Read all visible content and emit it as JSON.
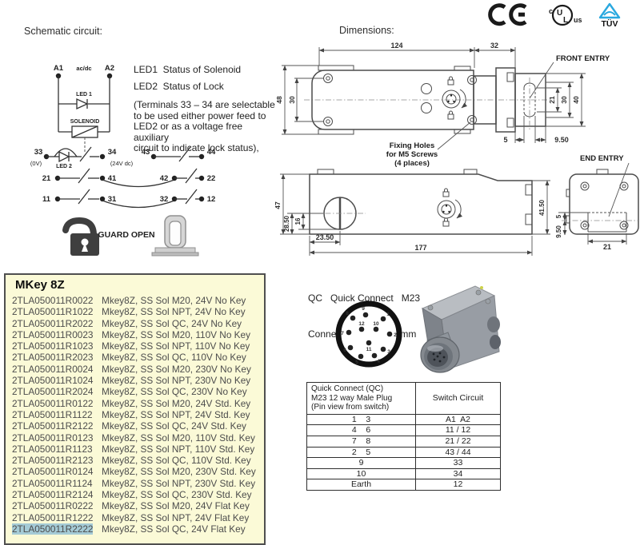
{
  "page": {
    "schematic_label": "Schematic circuit:",
    "dimensions_label": "Dimensions:"
  },
  "logos": {
    "ce_label": "CE",
    "ul_c": "c",
    "ul_u": "U",
    "ul_l": "L",
    "ul_us": "us",
    "tuv": "TÜV"
  },
  "schematic": {
    "a1": "A1",
    "acdc": "ac/dc",
    "a2": "A2",
    "led1": "LED 1",
    "solenoid": "SOLENOID",
    "n33": "33",
    "v0": "(0V)",
    "led2": "LED 2",
    "n34": "34",
    "v24": "(24V dc)",
    "n43": "43",
    "n44": "44",
    "n21": "21",
    "n41": "41",
    "n42": "42",
    "n22": "22",
    "n11": "11",
    "n31": "31",
    "n32": "32",
    "n12": "12",
    "guard_open": "GUARD OPEN",
    "legend": {
      "led1_line": "LED1  Status of Solenoid",
      "led2_line": "LED2  Status of Lock",
      "note_lines": [
        "(Terminals 33 – 34 are selectable",
        "to be used either power feed to",
        "LED2 or as a voltage free auxiliary",
        "circuit to indicate lock status),"
      ]
    }
  },
  "dimensions": {
    "top": {
      "w124": "124",
      "w32": "32",
      "h48": "48",
      "h30": "30",
      "front_entry": "FRONT ENTRY",
      "r21": "21",
      "r30": "30",
      "r40": "40",
      "b5": "5",
      "b95": "9.50",
      "fix1": "Fixing Holes",
      "fix2": "for M5 Screws",
      "fix3": "(4 places)"
    },
    "side": {
      "h47": "47",
      "h285": "28.50",
      "h16": "16",
      "w235": "23.50",
      "w177": "177",
      "h415": "41.50",
      "end_entry": "END ENTRY",
      "e5": "5",
      "e95": "9.50",
      "e21": "21"
    }
  },
  "qc": {
    "heading_line1": "QC   Quick Connect   M23",
    "heading_line2": "Connector Length  24mm",
    "pins": [
      "1",
      "2",
      "3",
      "4",
      "5",
      "6",
      "7",
      "8",
      "9",
      "10",
      "11",
      "12"
    ],
    "table": {
      "h1a": "Quick Connect (QC)",
      "h1b": "M23 12 way  Male Plug",
      "h1c": "(Pin view from switch)",
      "h2": "Switch Circuit",
      "rows": [
        [
          "1    3",
          "A1  A2"
        ],
        [
          "4    6",
          "11 / 12"
        ],
        [
          "7    8",
          "21 / 22"
        ],
        [
          "2    5",
          "43 / 44"
        ],
        [
          "9",
          "33"
        ],
        [
          "10",
          "34"
        ],
        [
          "Earth",
          "12"
        ]
      ]
    }
  },
  "parts": {
    "title": "MKey 8Z",
    "highlight_pn": "2TLA050011R2222",
    "rows": [
      {
        "pn": "2TLA050011R0022",
        "desc": "Mkey8Z, SS Sol M20, 24V No Key"
      },
      {
        "pn": "2TLA050011R1022",
        "desc": "Mkey8Z, SS Sol NPT, 24V No Key"
      },
      {
        "pn": "2TLA050011R2022",
        "desc": "Mkey8Z, SS Sol QC, 24V No Key"
      },
      {
        "pn": "2TLA050011R0023",
        "desc": "Mkey8Z, SS Sol M20, 110V No Key"
      },
      {
        "pn": "2TLA050011R1023",
        "desc": "Mkey8Z, SS Sol NPT, 110V No Key"
      },
      {
        "pn": "2TLA050011R2023",
        "desc": "Mkey8Z, SS Sol QC, 110V No Key"
      },
      {
        "pn": "2TLA050011R0024",
        "desc": "Mkey8Z, SS Sol M20, 230V No Key"
      },
      {
        "pn": "2TLA050011R1024",
        "desc": "Mkey8Z, SS Sol NPT, 230V No Key"
      },
      {
        "pn": "2TLA050011R2024",
        "desc": "Mkey8Z, SS Sol QC, 230V No Key"
      },
      {
        "pn": "2TLA050011R0122",
        "desc": "Mkey8Z, SS Sol M20, 24V Std. Key"
      },
      {
        "pn": "2TLA050011R1122",
        "desc": "Mkey8Z, SS Sol NPT, 24V Std. Key"
      },
      {
        "pn": "2TLA050011R2122",
        "desc": "Mkey8Z, SS Sol QC, 24V Std. Key"
      },
      {
        "pn": "2TLA050011R0123",
        "desc": "Mkey8Z, SS Sol M20, 110V Std. Key"
      },
      {
        "pn": "2TLA050011R1123",
        "desc": "Mkey8Z, SS Sol NPT, 110V Std. Key"
      },
      {
        "pn": "2TLA050011R2123",
        "desc": "Mkey8Z, SS Sol QC, 110V Std. Key"
      },
      {
        "pn": "2TLA050011R0124",
        "desc": "Mkey8Z, SS Sol M20, 230V Std. Key"
      },
      {
        "pn": "2TLA050011R1124",
        "desc": "Mkey8Z, SS Sol NPT, 230V Std. Key"
      },
      {
        "pn": "2TLA050011R2124",
        "desc": "Mkey8Z, SS Sol QC, 230V Std. Key"
      },
      {
        "pn": "2TLA050011R0222",
        "desc": "Mkey8Z, SS Sol M20, 24V Flat Key"
      },
      {
        "pn": "2TLA050011R1222",
        "desc": "Mkey8Z, SS Sol NPT, 24V Flat Key"
      },
      {
        "pn": "2TLA050011R2222",
        "desc": "Mkey8Z, SS Sol QC, 24V Flat Key"
      }
    ]
  },
  "colors": {
    "table_bg": "#fbfad7",
    "highlight": "#a5cbd6",
    "tuv_blue": "#29a8df",
    "line": "#4c4c4c"
  }
}
